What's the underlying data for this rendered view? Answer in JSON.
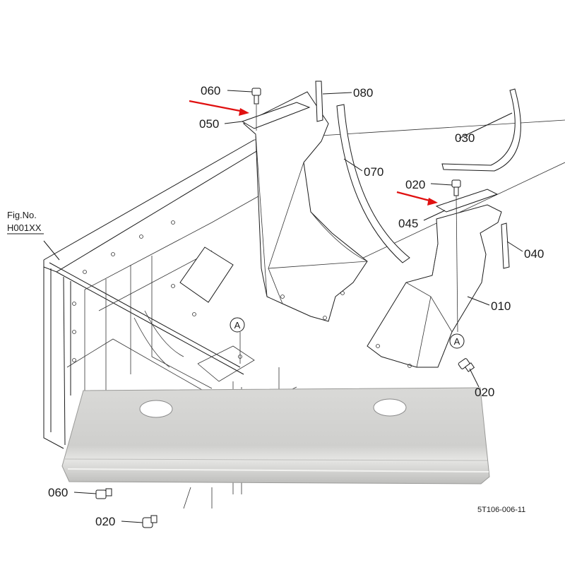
{
  "figure": {
    "fig_no_label": "Fig.No.",
    "fig_no_value": "H001XX",
    "drawing_code": "5T106-006-11"
  },
  "callouts": {
    "c060_top": "060",
    "c080": "080",
    "c050": "050",
    "c030": "030",
    "c070": "070",
    "c020_top": "020",
    "c045": "045",
    "c040": "040",
    "c010": "010",
    "c020_mid": "020",
    "c060_bottom": "060",
    "c020_bottom": "020",
    "ref_a_left": "A",
    "ref_a_right": "A"
  },
  "colors": {
    "highlight_arrow": "#e01010",
    "line": "#1a1a1a",
    "photo_plate": "#d3d3d1"
  }
}
